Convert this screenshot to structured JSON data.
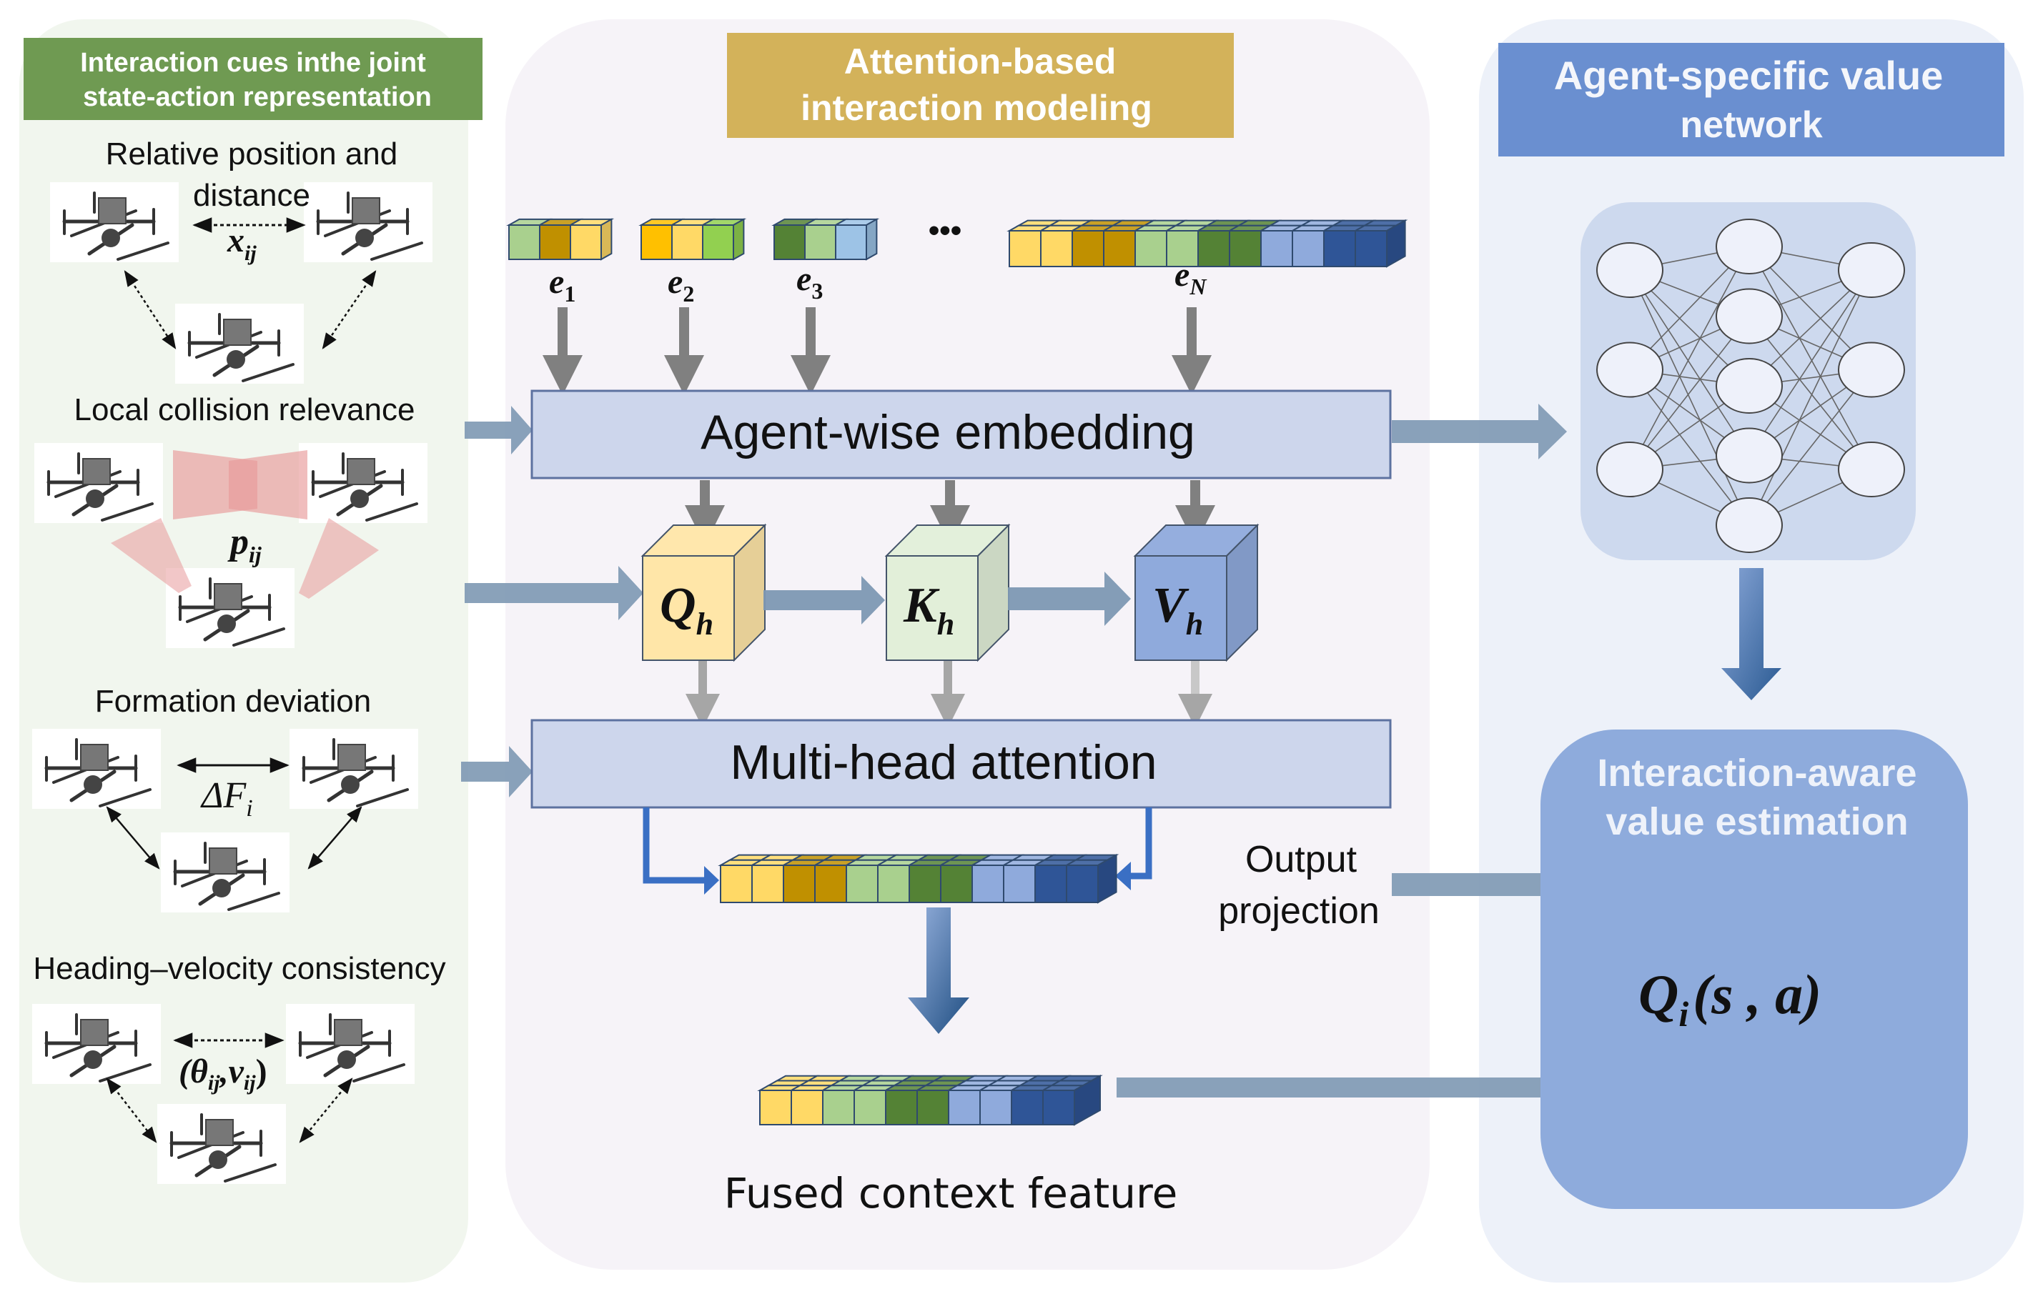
{
  "panels": {
    "left": {
      "title_line1": "Interaction cues inthe joint",
      "title_line2": "state-action representation",
      "header_color": "#6f9a52",
      "bg_color": "#f1f6ee",
      "cues": [
        {
          "label_line1": "Relative position and",
          "label_line2": "distance",
          "symbol": "x",
          "subscript": "ij",
          "link_style": "dotted"
        },
        {
          "label_line1": "Local collision relevance",
          "label_line2": "",
          "symbol": "p",
          "subscript": "ij",
          "link_style": "collision-cones"
        },
        {
          "label_line1": "Formation deviation",
          "label_line2": "",
          "symbol": "ΔF",
          "subscript": "i",
          "link_style": "solid"
        },
        {
          "label_line1": "Heading–velocity consistency",
          "label_line2": "",
          "symbol": "(θ",
          "subscript": "ij",
          "symbol2": ",v",
          "subscript2": "ij",
          "symbol_close": ")",
          "link_style": "dotted"
        }
      ]
    },
    "center": {
      "title_line1": "Attention-based",
      "title_line2": "interaction modeling",
      "header_color": "#d3b25a",
      "bg_color": "#f6f3f8",
      "embeddings": [
        {
          "symbol": "e",
          "subscript": "1",
          "colors": [
            "#a9d08e",
            "#c09000",
            "#ffd966"
          ]
        },
        {
          "symbol": "e",
          "subscript": "2",
          "colors": [
            "#ffc000",
            "#ffd966",
            "#92d050"
          ]
        },
        {
          "symbol": "e",
          "subscript": "3",
          "colors": [
            "#548235",
            "#a9d08e",
            "#9dc3e6"
          ]
        },
        {
          "symbol": "e",
          "subscript": "N",
          "colors": [
            "#ffd966",
            "#ffd966",
            "#c09000",
            "#c09000",
            "#a9d08e",
            "#a9d08e",
            "#548235",
            "#548235",
            "#8faadc",
            "#8faadc",
            "#2f5597",
            "#2f5597"
          ]
        }
      ],
      "ellipsis": "•••",
      "embedding_block_label": "Agent-wise embedding",
      "qkv": [
        {
          "symbol": "Q",
          "subscript": "h",
          "color": "#ffe6a8"
        },
        {
          "symbol": "K",
          "subscript": "h",
          "color": "#e2efd9"
        },
        {
          "symbol": "V",
          "subscript": "h",
          "color": "#8faadc"
        }
      ],
      "attention_block_label": "Multi-head attention",
      "output_projection_line1": "Output",
      "output_projection_line2": "projection",
      "fused_label": "Fused context feature",
      "stack_colors": [
        "#ffd966",
        "#ffd966",
        "#c09000",
        "#c09000",
        "#a9d08e",
        "#a9d08e",
        "#548235",
        "#548235",
        "#8faadc",
        "#8faadc",
        "#2f5597",
        "#2f5597"
      ],
      "fused_colors": [
        "#ffd966",
        "#ffd966",
        "#a9d08e",
        "#a9d08e",
        "#548235",
        "#548235",
        "#8faadc",
        "#8faadc",
        "#2f5597",
        "#2f5597"
      ]
    },
    "right": {
      "title_line1": "Agent-specific value",
      "title_line2": "network",
      "header_color": "#6a8fd0",
      "bg_color": "#edf1f9",
      "nn_layers": [
        3,
        5,
        3
      ],
      "estimation_title_line1": "Interaction-aware",
      "estimation_title_line2": "value estimation",
      "estimation_color": "#8eabdc",
      "q_symbol": "Q",
      "q_subscript": "i",
      "q_args": "(s , a)"
    }
  },
  "colors": {
    "flow_arrow": "#7d98b3",
    "gray_arrow": "#808080",
    "block_fill": "#cdd6ec",
    "block_stroke": "#5d72a0",
    "collision_cone": "#e8999a",
    "dark_blue_arrow": "#2f5f99"
  }
}
